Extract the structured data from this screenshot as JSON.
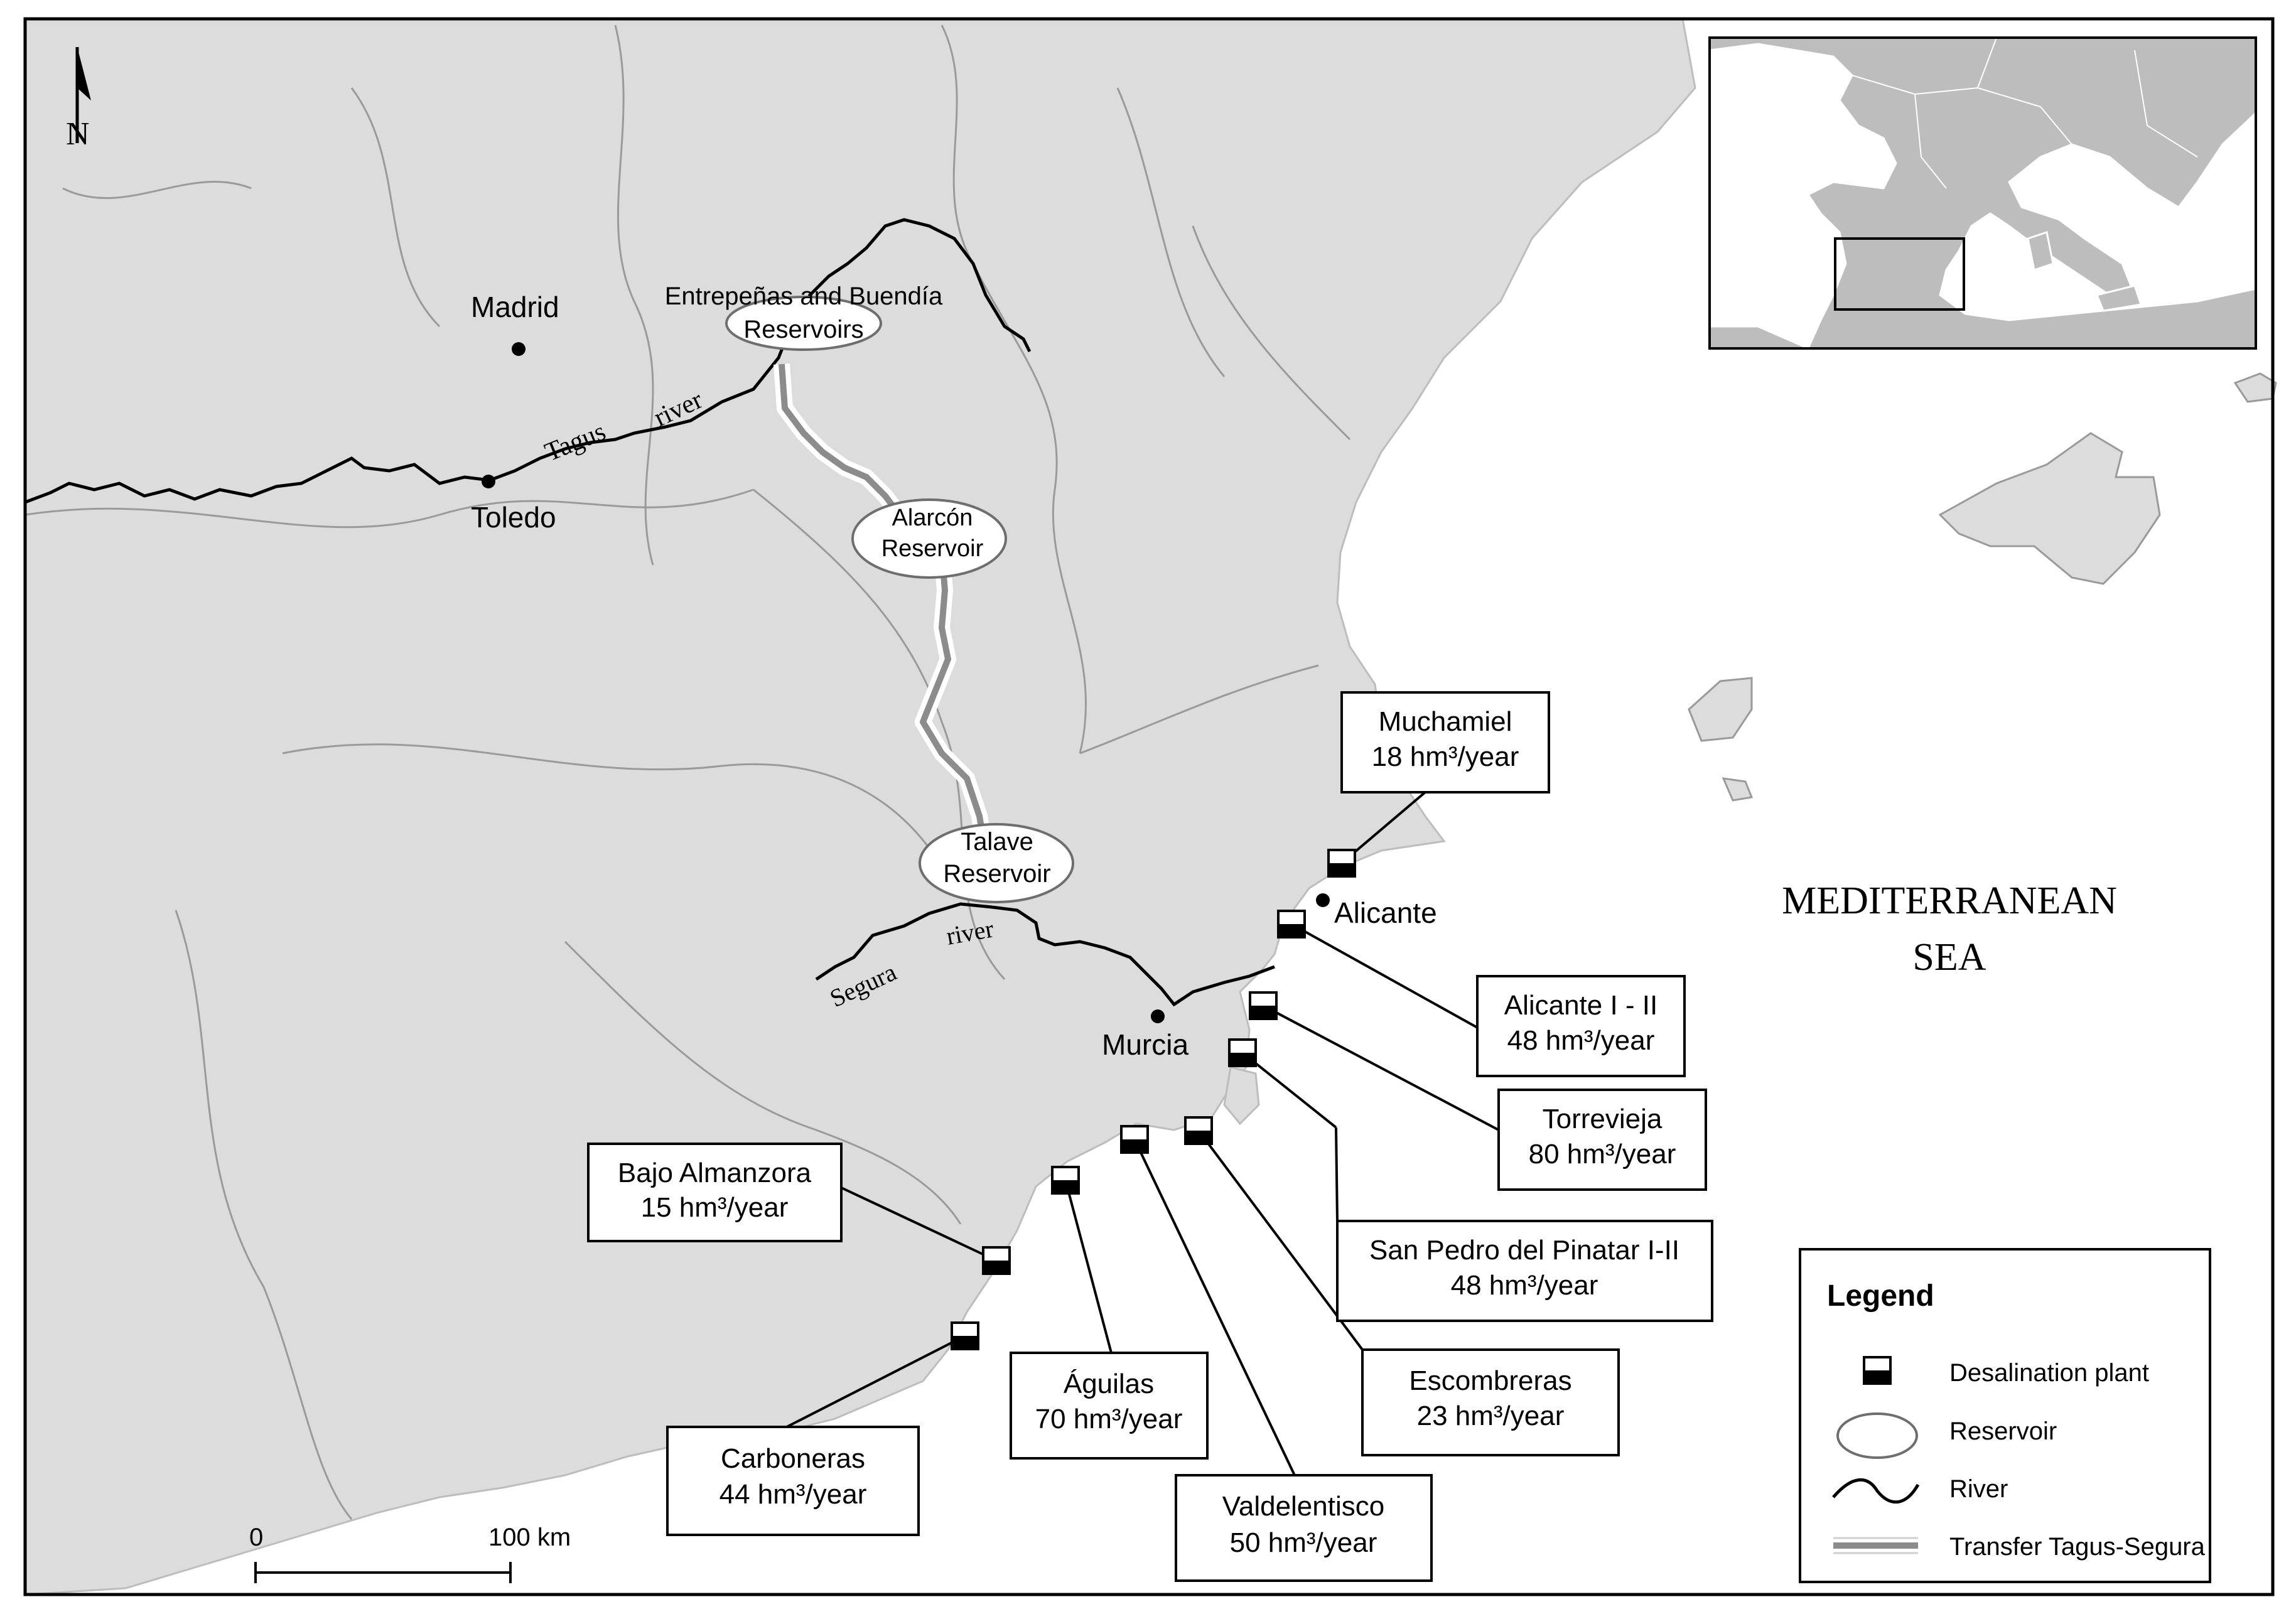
{
  "map": {
    "north_label": "N",
    "sea_label_line1": "MEDITERRANEAN",
    "sea_label_line2": "SEA",
    "colors": {
      "land": "#dcdcdc",
      "sea": "#ffffff",
      "borders": "#9a9a9a",
      "river": "#000000",
      "transfer": "#8c8c8c"
    }
  },
  "cities": {
    "madrid": "Madrid",
    "toledo": "Toledo",
    "murcia": "Murcia",
    "alicante": "Alicante"
  },
  "rivers": {
    "tagus_word1": "Tagus",
    "tagus_word2": "river",
    "segura_word1": "Segura",
    "segura_word2": "river"
  },
  "reservoirs": {
    "entrepenas_line1": "Entrepeñas and Buendía",
    "entrepenas_line2": "Reservoirs",
    "alarcon_line1": "Alarcón",
    "alarcon_line2": "Reservoir",
    "talave_line1": "Talave",
    "talave_line2": "Reservoir"
  },
  "plants": {
    "muchamiel": {
      "name": "Muchamiel",
      "capacity": "18 hm³/year"
    },
    "alicante": {
      "name": "Alicante I - II",
      "capacity": "48 hm³/year"
    },
    "torrevieja": {
      "name": "Torrevieja",
      "capacity": "80 hm³/year"
    },
    "sanpedro": {
      "name": "San Pedro del Pinatar I-II",
      "capacity": "48 hm³/year"
    },
    "escombreras": {
      "name": "Escombreras",
      "capacity": "23 hm³/year"
    },
    "valdelentisco": {
      "name": "Valdelentisco",
      "capacity": "50 hm³/year"
    },
    "aguilas": {
      "name": "Águilas",
      "capacity": "70 hm³/year"
    },
    "bajo": {
      "name": "Bajo Almanzora",
      "capacity": "15 hm³/year"
    },
    "carboneras": {
      "name": "Carboneras",
      "capacity": "44 hm³/year"
    }
  },
  "scale": {
    "start": "0",
    "end": "100 km"
  },
  "legend": {
    "title": "Legend",
    "desalination": "Desalination plant",
    "reservoir": "Reservoir",
    "river": "River",
    "transfer": "Transfer Tagus-Segura"
  }
}
